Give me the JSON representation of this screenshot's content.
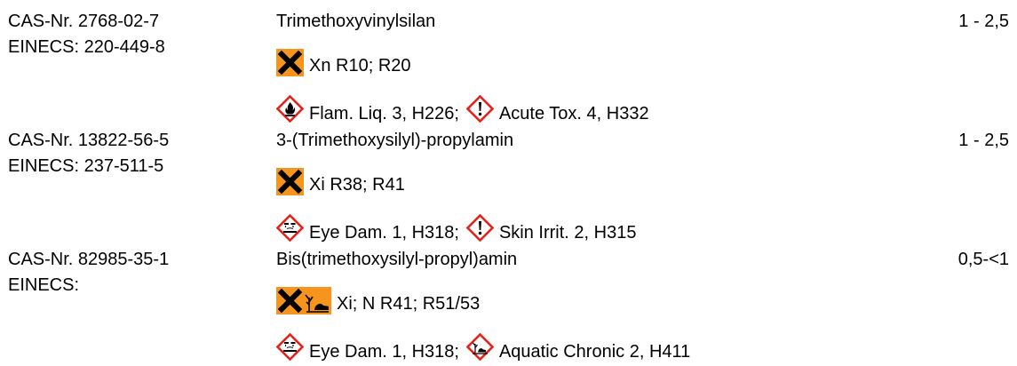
{
  "entries": [
    {
      "cas": "CAS-Nr. 2768-02-7",
      "einecs": "EINECS: 220-449-8",
      "name": "Trimethoxyvinylsilan",
      "concentration": "1 - 2,5",
      "eu_symbols": [
        "harmful-x-icon"
      ],
      "eu_text": "Xn R10; R20",
      "ghs": [
        {
          "icon": "flame-pictogram-icon",
          "text": "Flam. Liq. 3, H226;"
        },
        {
          "icon": "exclamation-pictogram-icon",
          "text": "Acute Tox. 4, H332"
        }
      ]
    },
    {
      "cas": "CAS-Nr. 13822-56-5",
      "einecs": "EINECS: 237-511-5",
      "name": "3-(Trimethoxysilyl)-propylamin",
      "concentration": "1 - 2,5",
      "eu_symbols": [
        "irritant-x-icon"
      ],
      "eu_text": "Xi R38; R41",
      "ghs": [
        {
          "icon": "corrosion-pictogram-icon",
          "text": "Eye Dam. 1, H318;"
        },
        {
          "icon": "exclamation-pictogram-icon",
          "text": "Skin Irrit. 2, H315"
        }
      ]
    },
    {
      "cas": "CAS-Nr. 82985-35-1",
      "einecs": "EINECS:",
      "name": "Bis(trimethoxysilyl-propyl)amin",
      "concentration": "0,5-<1",
      "eu_symbols": [
        "irritant-x-icon",
        "environment-hazard-icon"
      ],
      "eu_text": "Xi; N R41; R51/53",
      "ghs": [
        {
          "icon": "corrosion-pictogram-icon",
          "text": "Eye Dam. 1, H318;"
        },
        {
          "icon": "environment-pictogram-icon",
          "text": "Aquatic Chronic 2, H411"
        }
      ]
    }
  ],
  "colors": {
    "orange": "#f7941d",
    "red": "#e2231a",
    "text": "#000000"
  }
}
